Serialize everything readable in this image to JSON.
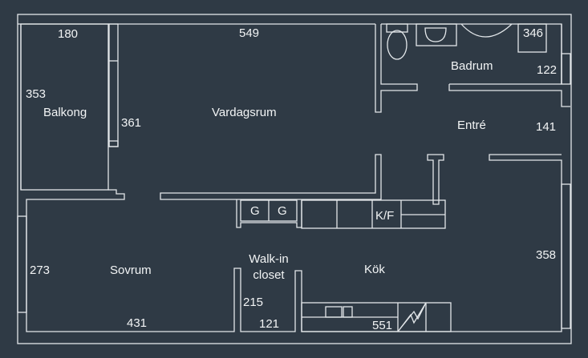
{
  "rooms": {
    "balkong": {
      "name": "Balkong",
      "dims": [
        "180",
        "353",
        "361"
      ]
    },
    "vardagsrum": {
      "name": "Vardagsrum",
      "dims": [
        "549"
      ]
    },
    "badrum": {
      "name": "Badrum",
      "dims": [
        "346",
        "122"
      ]
    },
    "entre": {
      "name": "Entré",
      "dims": [
        "141"
      ]
    },
    "sovrum": {
      "name": "Sovrum",
      "dims": [
        "273",
        "431"
      ]
    },
    "closet": {
      "name_line1": "Walk-in",
      "name_line2": "closet",
      "dims": [
        "215",
        "121"
      ]
    },
    "kok": {
      "name": "Kök",
      "dims": [
        "551",
        "358"
      ]
    }
  },
  "appliances": {
    "g1": "G",
    "g2": "G",
    "fridge": "K/F"
  },
  "colors": {
    "background": "#2f3a45",
    "lines": "#e3e7ea"
  }
}
